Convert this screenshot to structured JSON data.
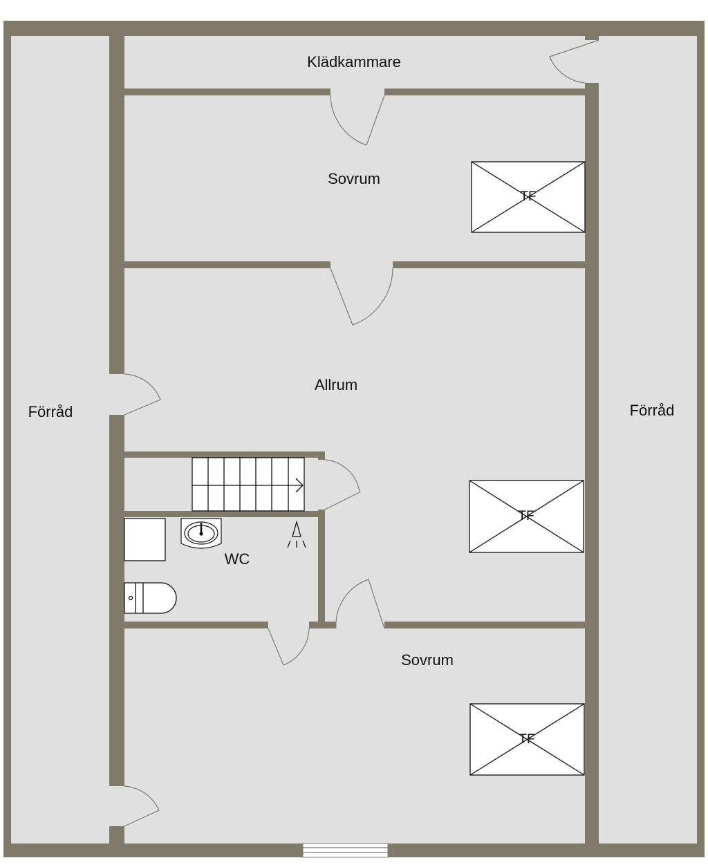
{
  "rooms": {
    "kladkammare": "Klädkammare",
    "sovrum_top": "Sovrum",
    "allrum": "Allrum",
    "forrad_left": "Förråd",
    "forrad_right": "Förråd",
    "wc": "WC",
    "sovrum_bottom": "Sovrum"
  },
  "fixtures": {
    "tf_label": "TF"
  },
  "colors": {
    "wall": "#807a6a",
    "floor": "#e0e0e0",
    "fixture": "#ffffff"
  }
}
